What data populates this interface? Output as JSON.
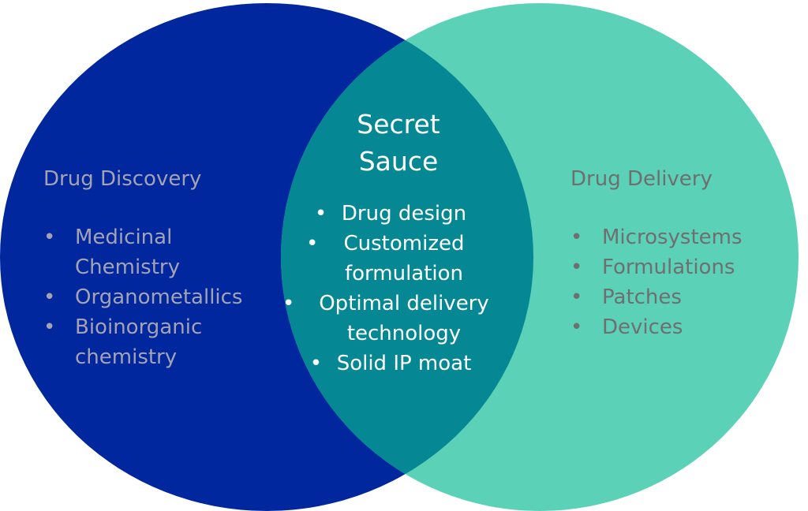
{
  "colors": {
    "left_circle": "#00279e",
    "right_circle": "#5bd1b8",
    "overlap": "#058893",
    "left_text": "#a3a3b3",
    "right_text": "#6f6f6f",
    "center_text": "#ffffff"
  },
  "left": {
    "title": "Drug Discovery",
    "items": [
      "Medicinal Chemistry",
      "Organometallics",
      "Bioinorganic chemistry"
    ]
  },
  "center": {
    "title": "Secret Sauce",
    "items": [
      "Drug design",
      "Customized formulation",
      "Optimal delivery technology",
      "Solid IP moat"
    ]
  },
  "right": {
    "title": "Drug Delivery",
    "items": [
      "Microsystems",
      "Formulations",
      "Patches",
      "Devices"
    ]
  }
}
